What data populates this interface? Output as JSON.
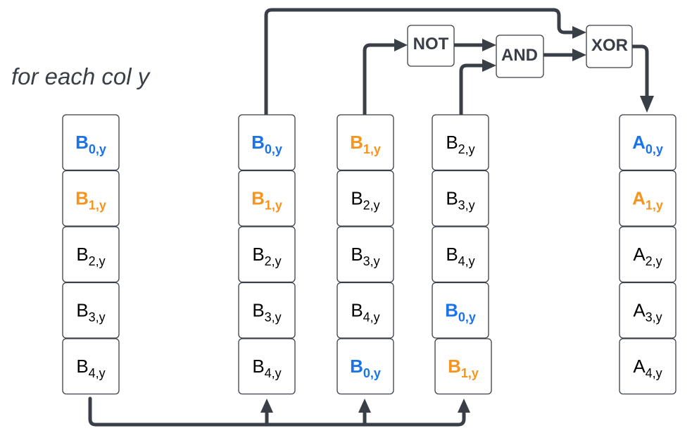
{
  "title": "for each col y",
  "colors": {
    "blue": "#1a73e8",
    "orange": "#f7941d",
    "black": "#000000",
    "wire": "#3a3f47"
  },
  "columns": [
    {
      "id": "col-input",
      "cells": [
        {
          "base": "B",
          "sub": "0,y",
          "color": "blue"
        },
        {
          "base": "B",
          "sub": "1,y",
          "color": "orange"
        },
        {
          "base": "B",
          "sub": "2,y",
          "color": "black"
        },
        {
          "base": "B",
          "sub": "3,y",
          "color": "black"
        },
        {
          "base": "B",
          "sub": "4,y",
          "color": "black"
        }
      ]
    },
    {
      "id": "col-shift-0",
      "cells": [
        {
          "base": "B",
          "sub": "0,y",
          "color": "blue"
        },
        {
          "base": "B",
          "sub": "1,y",
          "color": "orange"
        },
        {
          "base": "B",
          "sub": "2,y",
          "color": "black"
        },
        {
          "base": "B",
          "sub": "3,y",
          "color": "black"
        },
        {
          "base": "B",
          "sub": "4,y",
          "color": "black"
        }
      ]
    },
    {
      "id": "col-shift-1",
      "cells": [
        {
          "base": "B",
          "sub": "1,y",
          "color": "orange"
        },
        {
          "base": "B",
          "sub": "2,y",
          "color": "black"
        },
        {
          "base": "B",
          "sub": "3,y",
          "color": "black"
        },
        {
          "base": "B",
          "sub": "4,y",
          "color": "black"
        },
        {
          "base": "B",
          "sub": "0,y",
          "color": "blue"
        }
      ]
    },
    {
      "id": "col-shift-2",
      "cells": [
        {
          "base": "B",
          "sub": "2,y",
          "color": "black"
        },
        {
          "base": "B",
          "sub": "3,y",
          "color": "black"
        },
        {
          "base": "B",
          "sub": "4,y",
          "color": "black"
        },
        {
          "base": "B",
          "sub": "0,y",
          "color": "blue"
        },
        {
          "base": "B",
          "sub": "1,y",
          "color": "orange"
        }
      ]
    },
    {
      "id": "col-output",
      "cells": [
        {
          "base": "A",
          "sub": "0,y",
          "color": "blue"
        },
        {
          "base": "A",
          "sub": "1,y",
          "color": "orange"
        },
        {
          "base": "A",
          "sub": "2,y",
          "color": "black"
        },
        {
          "base": "A",
          "sub": "3,y",
          "color": "black"
        },
        {
          "base": "A",
          "sub": "4,y",
          "color": "black"
        }
      ]
    }
  ],
  "gates": {
    "not": "NOT",
    "and": "AND",
    "xor": "XOR"
  }
}
